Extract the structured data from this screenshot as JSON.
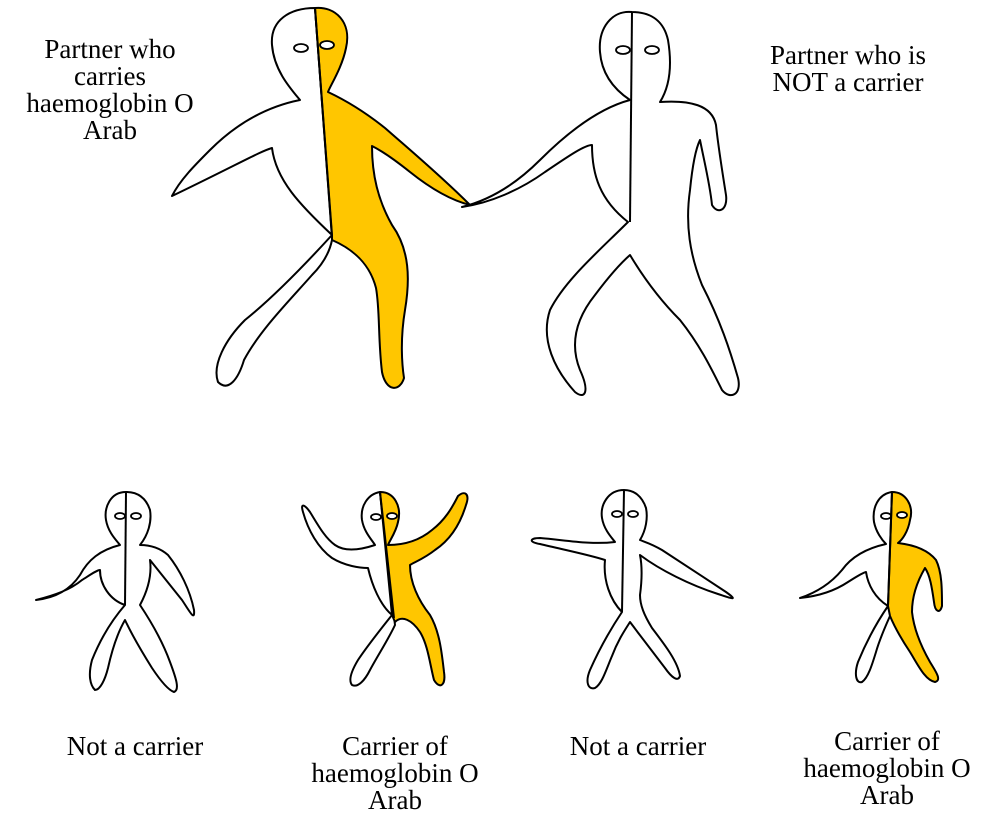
{
  "colors": {
    "carrier": "#ffc600",
    "outline": "#000000",
    "background": "#ffffff"
  },
  "parents": [
    {
      "label_lines": [
        "Partner who",
        "carries",
        "haemoglobin O",
        "Arab"
      ],
      "carrier": true
    },
    {
      "label_lines": [
        "Partner who is",
        "NOT a carrier"
      ],
      "carrier": false
    }
  ],
  "children": [
    {
      "label_lines": [
        "Not a carrier"
      ],
      "carrier": false
    },
    {
      "label_lines": [
        "Carrier of",
        "haemoglobin O",
        "Arab"
      ],
      "carrier": true
    },
    {
      "label_lines": [
        "Not a carrier"
      ],
      "carrier": false
    },
    {
      "label_lines": [
        "Carrier of",
        "haemoglobin O",
        "Arab"
      ],
      "carrier": true
    }
  ]
}
